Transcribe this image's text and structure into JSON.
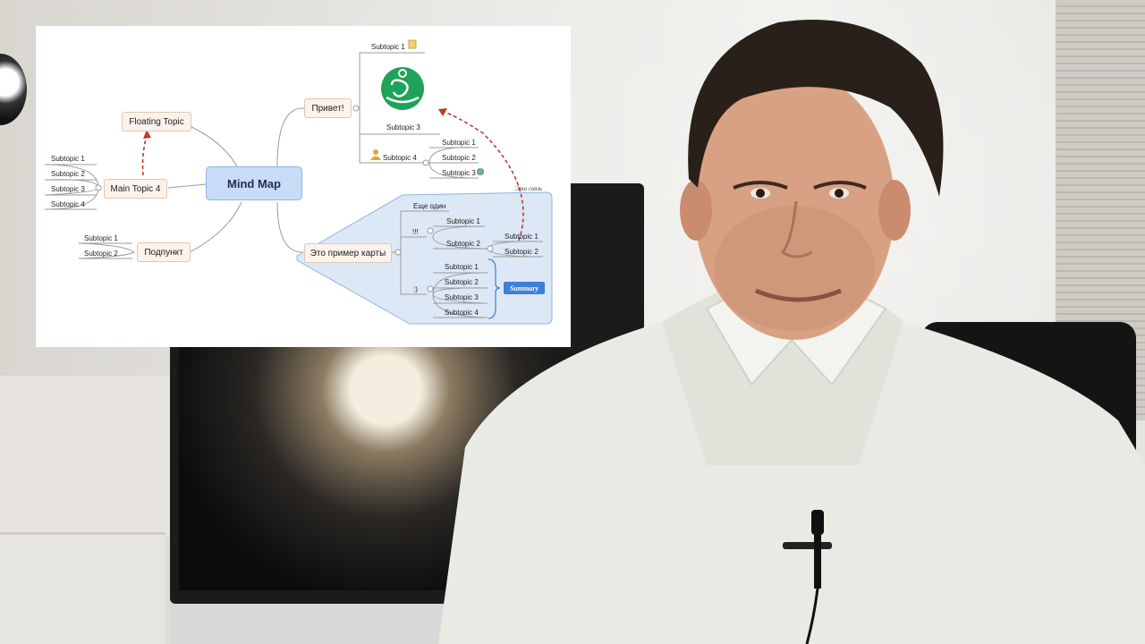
{
  "mindmap": {
    "central": "Mind Map",
    "floating_topic": "Floating Topic",
    "main_topic_4": {
      "label": "Main Topic 4",
      "subtopics": [
        "Subtopic 1",
        "Subtopic 2",
        "Subtopic 3",
        "Subtopic 4"
      ]
    },
    "podpunkt": {
      "label": "Подпункт",
      "subtopics": [
        "Subtopic 1",
        "Subtopic 2"
      ]
    },
    "privet": {
      "label": "Привет!",
      "subtopic_1": "Subtopic 1",
      "subtopic_3": "Subtopic 3",
      "subtopic_4": "Subtopic 4",
      "subtopic_4_children": [
        "Subtopic 1",
        "Subtopic 2",
        "Subtopic 3"
      ]
    },
    "example": {
      "label": "Это пример карты",
      "eshe": "Еще один",
      "excl": "!!!",
      "excl_children": [
        "Subtopic 1",
        "Subtopic 2"
      ],
      "sub2_children": [
        "Subtopic 1",
        "Subtopic 2"
      ],
      "smile": ":)",
      "smile_children": [
        "Subtopic 1",
        "Subtopic 2",
        "Subtopic 3",
        "Subtopic 4"
      ]
    },
    "summary": "Summary",
    "relationship_label": "Это связь",
    "colors": {
      "central": "#c9dcf6",
      "topic": "#fbf3ec",
      "boundary": "#dce8f5",
      "relationship": "#c0392b",
      "summary": "#3d7fd6",
      "logo": "#1fa25a"
    }
  }
}
